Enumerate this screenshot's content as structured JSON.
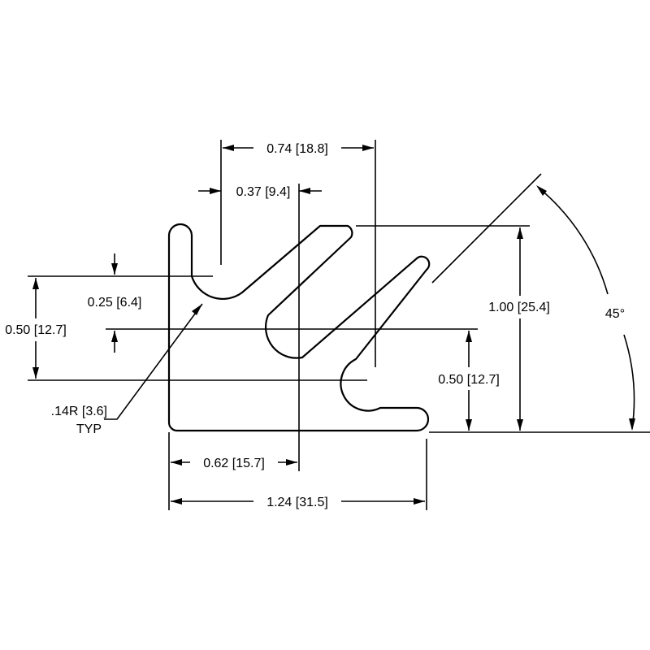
{
  "drawing": {
    "stroke_color": "#000000",
    "background": "#ffffff",
    "labels": {
      "width_top": "0.74 [18.8]",
      "center_offset": "0.37 [9.4]",
      "left_step": "0.25 [6.4]",
      "left_height": "0.50 [12.7]",
      "radius": ".14R [3.6]",
      "radius_note": "TYP",
      "total_height": "1.00 [25.4]",
      "right_height": "0.50 [12.7]",
      "angle": "45°",
      "bottom_half": "0.62 [15.7]",
      "bottom_total": "1.24 [31.5]"
    }
  }
}
